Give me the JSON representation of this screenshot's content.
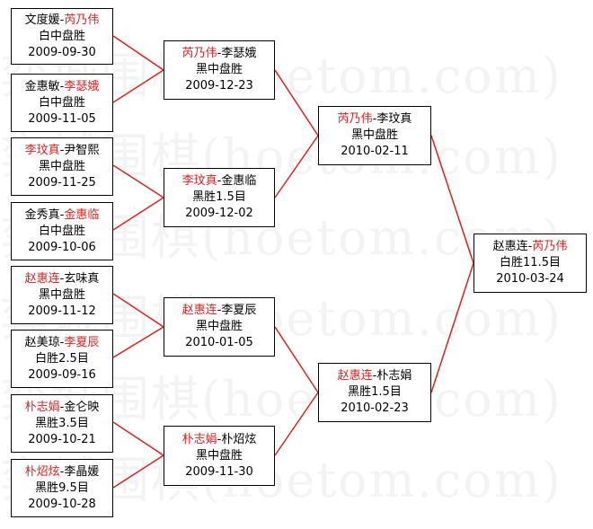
{
  "watermark": "弈城围棋(hoetom.com)",
  "colors": {
    "winner": "#e0201c",
    "line": "#e0201c",
    "border": "#000000"
  },
  "matches": [
    {
      "p1": "文度媛",
      "p2": "芮乃伟",
      "winner": 2,
      "result": "白中盘胜",
      "date": "2009-09-30"
    },
    {
      "p1": "金惠敏",
      "p2": "李瑟娥",
      "winner": 2,
      "result": "白中盘胜",
      "date": "2009-11-05"
    },
    {
      "p1": "李玟真",
      "p2": "尹智熙",
      "winner": 1,
      "result": "黑中盘胜",
      "date": "2009-11-25"
    },
    {
      "p1": "金秀真",
      "p2": "金惠临",
      "winner": 2,
      "result": "白中盘胜",
      "date": "2009-10-06"
    },
    {
      "p1": "赵惠连",
      "p2": "玄味真",
      "winner": 1,
      "result": "黑中盘胜",
      "date": "2009-11-12"
    },
    {
      "p1": "赵美琼",
      "p2": "李夏辰",
      "winner": 2,
      "result": "白胜2.5目",
      "date": "2009-09-16"
    },
    {
      "p1": "朴志娟",
      "p2": "金仑映",
      "winner": 1,
      "result": "黑胜3.5目",
      "date": "2009-10-21"
    },
    {
      "p1": "朴炤炫",
      "p2": "李晶媛",
      "winner": 1,
      "result": "黑胜9.5目",
      "date": "2009-10-28"
    },
    {
      "p1": "芮乃伟",
      "p2": "李瑟娥",
      "winner": 1,
      "result": "黑中盘胜",
      "date": "2009-12-23"
    },
    {
      "p1": "李玟真",
      "p2": "金惠临",
      "winner": 1,
      "result": "黑胜1.5目",
      "date": "2009-12-02"
    },
    {
      "p1": "赵惠连",
      "p2": "李夏辰",
      "winner": 1,
      "result": "黑中盘胜",
      "date": "2010-01-05"
    },
    {
      "p1": "朴志娟",
      "p2": "朴炤炫",
      "winner": 1,
      "result": "黑中盘胜",
      "date": "2009-11-30"
    },
    {
      "p1": "芮乃伟",
      "p2": "李玟真",
      "winner": 1,
      "result": "黑中盘胜",
      "date": "2010-02-11"
    },
    {
      "p1": "赵惠连",
      "p2": "朴志娟",
      "winner": 1,
      "result": "黑胜1.5目",
      "date": "2010-02-23"
    },
    {
      "p1": "赵惠连",
      "p2": "芮乃伟",
      "winner": 2,
      "result": "白胜11.5目",
      "date": "2010-03-24"
    }
  ]
}
